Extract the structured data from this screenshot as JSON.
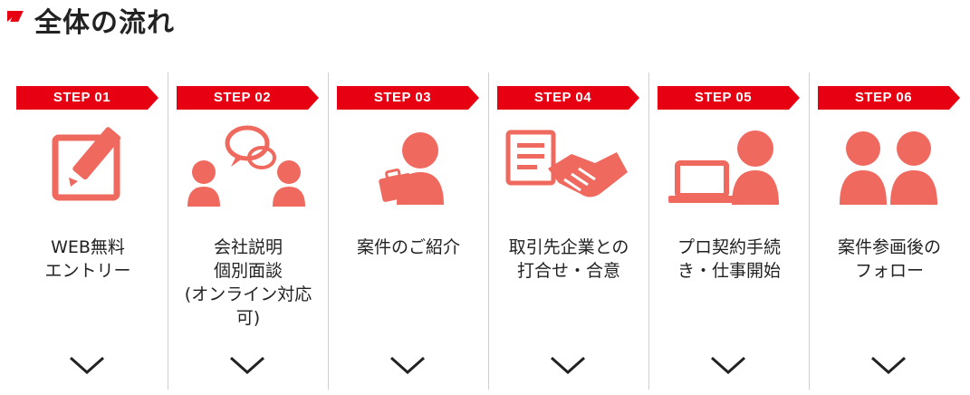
{
  "section": {
    "title": "全体の流れ"
  },
  "colors": {
    "accent": "#e60012",
    "icon": "#f0695e",
    "divider": "#cfcfcf"
  },
  "steps": [
    {
      "badge": "STEP 01",
      "icon": "pen-on-paper-icon",
      "lines": [
        "WEB無料",
        "エントリー"
      ]
    },
    {
      "badge": "STEP 02",
      "icon": "consultation-people-icon",
      "lines": [
        "会社説明",
        "個別面談",
        "(オンライン対応",
        "可)"
      ]
    },
    {
      "badge": "STEP 03",
      "icon": "person-with-briefcase-icon",
      "lines": [
        "案件のご紹介"
      ]
    },
    {
      "badge": "STEP 04",
      "icon": "document-handshake-icon",
      "lines": [
        "取引先企業との",
        "打合せ・合意"
      ]
    },
    {
      "badge": "STEP 05",
      "icon": "person-with-laptop-icon",
      "lines": [
        "プロ契約手続",
        "き・仕事開始"
      ]
    },
    {
      "badge": "STEP 06",
      "icon": "two-people-icon",
      "lines": [
        "案件参画後の",
        "フォロー"
      ]
    }
  ]
}
